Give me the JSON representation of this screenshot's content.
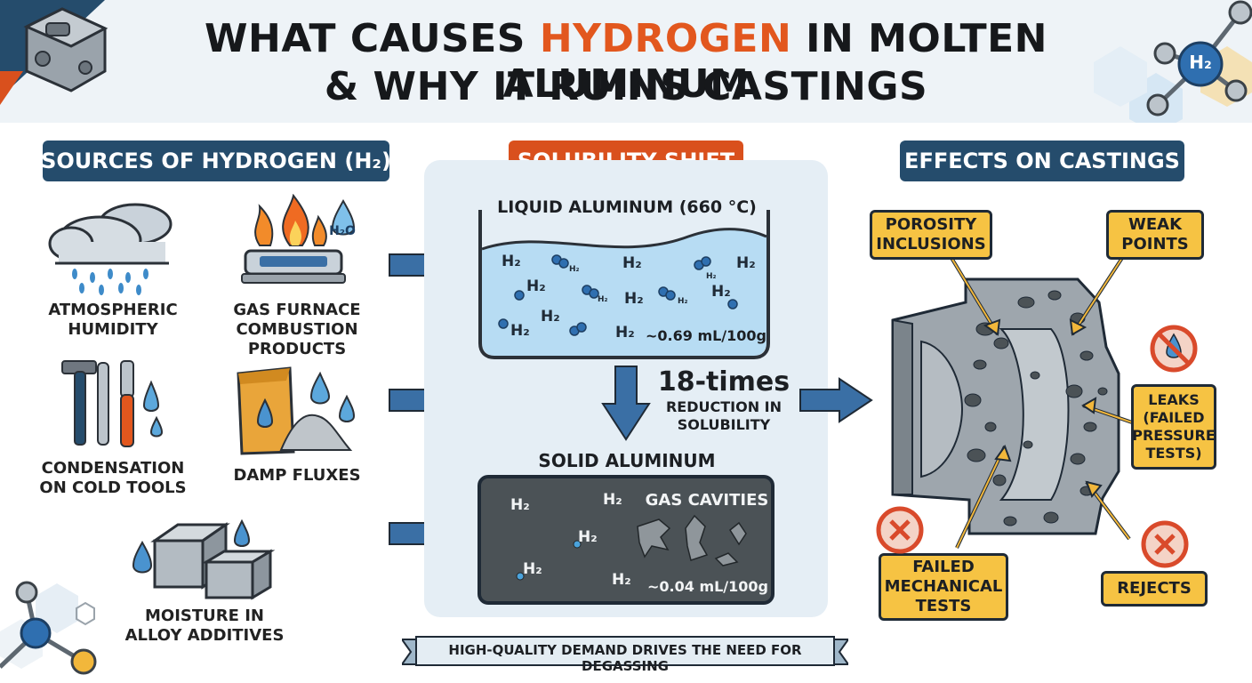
{
  "title": {
    "line1_pre": "WHAT CAUSES ",
    "line1_highlight": "HYDROGEN",
    "line1_post": " IN MOLTEN ALUMINUM",
    "line2": "& WHY IT RUINS CASTINGS"
  },
  "sections": {
    "sources": "SOURCES OF HYDROGEN (H₂)",
    "solubility": "SOLUBILITY SHIFT",
    "effects": "EFFECTS ON CASTINGS"
  },
  "sources": {
    "humidity": "ATMOSPHERIC\nHUMIDITY",
    "gas_furnace": "GAS FURNACE\nCOMBUSTION PRODUCTS",
    "condensation": "CONDENSATION\nON COLD TOOLS",
    "fluxes": "DAMP FLUXES",
    "moisture": "MOISTURE IN\nALLOY ADDITIVES",
    "water_symbol": "H₂O"
  },
  "solubility": {
    "liquid_title": "LIQUID ALUMINUM (660 °C)",
    "liquid_value": "~0.69 mL/100g",
    "reduction_big": "18-times",
    "reduction_small": "REDUCTION IN\nSOLUBILITY",
    "solid_title": "SOLID ALUMINUM",
    "gas_cavities": "GAS CAVITIES",
    "solid_value": "~0.04 mL/100g",
    "h2_label": "H₂",
    "h2_small": "H₂"
  },
  "effects": {
    "porosity": "POROSITY\nINCLUSIONS",
    "weak_points": "WEAK\nPOINTS",
    "leaks": "LEAKS\n(FAILED\nPRESSURE\nTESTS)",
    "failed_mech": "FAILED\nMECHANICAL\nTESTS",
    "rejects": "REJECTS"
  },
  "banner": "HIGH-QUALITY DEMAND DRIVES THE NEED FOR DEGASSING",
  "decor": {
    "h2_badge": "H₂"
  },
  "colors": {
    "navy": "#254c6c",
    "orange": "#d9501d",
    "yellow": "#f6c343",
    "arrow_blue": "#3a6fa5",
    "water": "#4f9fd6",
    "liquid": "#b7dcf3",
    "solid": "#4b5256",
    "reject_red": "#d94a2b"
  }
}
